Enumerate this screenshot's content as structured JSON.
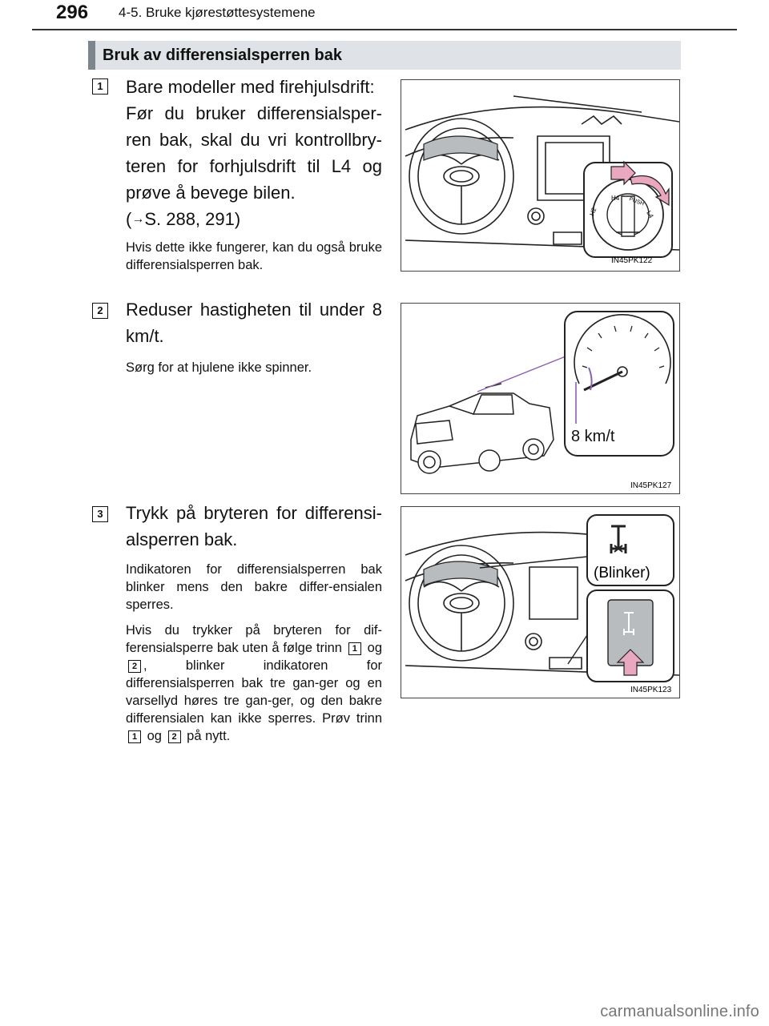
{
  "header": {
    "page_number": "296",
    "chapter": "4-5. Bruke kjørestøttesystemene"
  },
  "section": {
    "title": "Bruk av differensialsperren bak"
  },
  "steps": [
    {
      "number": "1",
      "text_line1": "Bare modeller med firehjulsdrift:",
      "text_main": "Før du bruker differensialsper-ren bak, skal du vri kontrollbry-teren for forhjulsdrift til L4 og prøve å bevege bilen.",
      "ref_arrow": "→",
      "ref_text": "S. 288, 291)",
      "ref_open": "(",
      "note": "Hvis dette ikke fungerer, kan du også bruke differensialsperren bak.",
      "figure_code": "IN45PK122",
      "dial_labels": [
        "H2",
        "H4",
        "PUSH",
        "L4"
      ]
    },
    {
      "number": "2",
      "text": "Reduser hastigheten til under 8 km/t.",
      "note": "Sørg for at hjulene ikke spinner.",
      "figure_code": "IN45PK127",
      "speed_label": "8 km/t"
    },
    {
      "number": "3",
      "text": "Trykk på bryteren for differensi-alsperren bak.",
      "note1": "Indikatoren for differensialsperren bak blinker mens den bakre differ-ensialen sperres.",
      "note2_a": "Hvis du trykker på bryteren for dif-ferensialsperre bak uten å følge trinn",
      "note2_ref1": "1",
      "note2_b": "og",
      "note2_ref2": "2",
      "note2_c": ", blinker indikatoren for differensialsperren bak tre gan-ger og en varsellyd høres tre gan-ger, og den bakre differensialen kan ikke sperres. Prøv trinn",
      "note2_ref3": "1",
      "note2_d": "og",
      "note2_ref4": "2",
      "note2_e": "på nytt.",
      "figure_code": "IN45PK123",
      "blink_label": "(Blinker)"
    }
  ],
  "footer": {
    "watermark": "carmanualsonline.info"
  },
  "colors": {
    "section_bar": "#dfe3e8",
    "section_accent": "#7d858d",
    "highlight_pink": "#e9a8c0",
    "callout_purple": "#8a5fb0",
    "panel_gray": "#b9bcbf"
  }
}
